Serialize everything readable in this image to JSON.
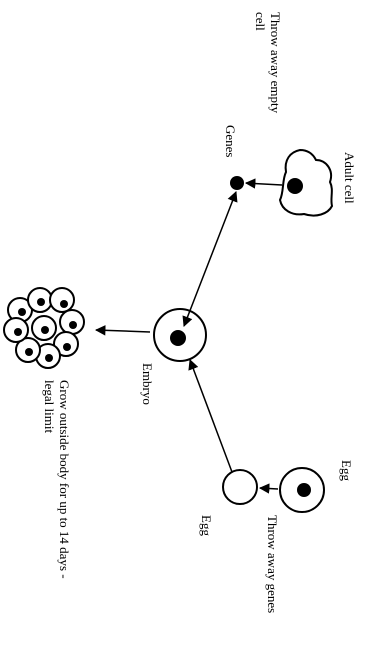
{
  "labels": {
    "throw_away_empty_cell_line1": "Throw away empty",
    "throw_away_empty_cell_line2": "cell",
    "genes": "Genes",
    "adult_cell": "Adult cell",
    "egg_top": "Egg",
    "embryo": "Embryo",
    "egg_bottom": "Egg",
    "throw_away_genes": "Throw away genes",
    "grow_outside_line1": "Grow outside body for up to 14 days -",
    "grow_outside_line2": "legal limit"
  }
}
